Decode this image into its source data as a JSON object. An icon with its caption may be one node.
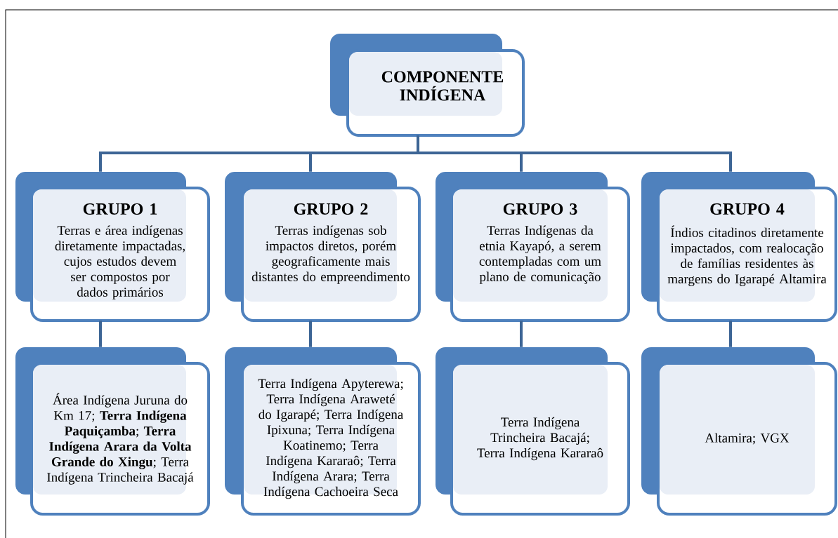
{
  "diagram": {
    "nodes": [
      {
        "text": [
          "COMPONENTE INDÍGENA"
        ]
      },
      {
        "text": [
          "GRUPO 1",
          "Terras e área indígenas diretamente impactadas, cujos estudos devem ser compostos por dados primários"
        ]
      },
      {
        "text": [
          "GRUPO 2",
          "Terras indígenas sob impactos diretos, porém geograficamente mais distantes do empreendimento"
        ]
      },
      {
        "text": [
          "GRUPO 3",
          "Terras Indígenas da etnia Kayapó, a serem contempladas com um plano de comunicação"
        ]
      },
      {
        "text": [
          "GRUPO 4",
          "Índios citadinos diretamente impactados, com realocação de famílias residentes às margens do Igarapé Altamira"
        ]
      },
      {
        "text": [
          "Área Indígena Juruna do Km 17; **Terra Indígena Paquiçamba**; **Terra Indígena Arara da Volta Grande do Xingu**; Terra Indígena Trincheira Bacajá"
        ]
      },
      {
        "text": [
          "Terra Indígena Apyterewa; Terra Indígena Araweté do Igarapé; Terra Indígena Ipixuna; Terra Indígena Koatinemo; Terra Indígena Kararaô; Terra Indígena Arara; Terra Indígena Cachoeira Seca"
        ]
      },
      {
        "text": [
          "Terra Indígena Trincheira Bacajá; Terra Indígena Kararaô"
        ]
      },
      {
        "text": [
          "Altamira; VGX"
        ]
      }
    ],
    "edges": [
      {
        "from": 0,
        "to": 1,
        "arrow": "none"
      },
      {
        "from": 0,
        "to": 2,
        "arrow": "none"
      },
      {
        "from": 0,
        "to": 3,
        "arrow": "none"
      },
      {
        "from": 0,
        "to": 4,
        "arrow": "none"
      },
      {
        "from": 1,
        "to": 5,
        "arrow": "none"
      },
      {
        "from": 2,
        "to": 6,
        "arrow": "none"
      },
      {
        "from": 3,
        "to": 7,
        "arrow": "none"
      },
      {
        "from": 4,
        "to": 8,
        "arrow": "none"
      }
    ]
  }
}
